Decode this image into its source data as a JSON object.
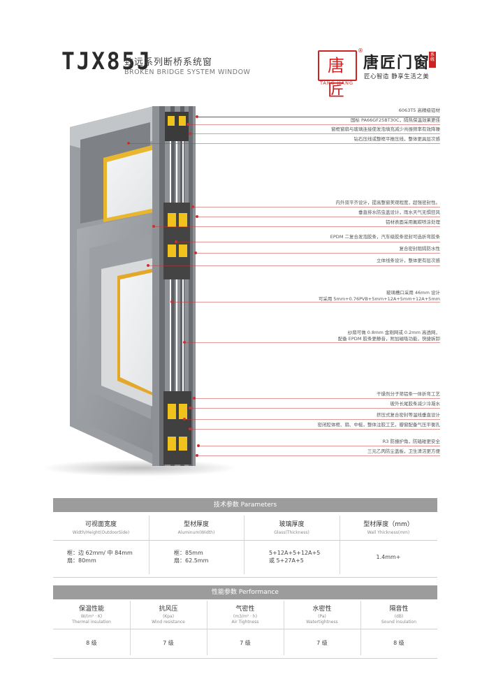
{
  "header": {
    "model": "TJX85J",
    "title_cn": "致远系列断桥系统窗",
    "title_en": "BROKEN BRIDGE SYSTEM WINDOW",
    "logo_glyph": "唐匠",
    "logo_sub": "TANG JIANG",
    "brand_cn": "唐匠门窗",
    "brand_tag": "系统",
    "slogan": "匠心智造  静享生活之美",
    "accent_color": "#c8312f"
  },
  "callouts": [
    "6063T5 高精级铝材",
    "国标 PA66GF25BT30C，隔热保温效果更佳",
    "窗框窗扇与玻璃连接使发泡填充减少共振频率有效降噪",
    "钻石压线或整框平推压线，整体更具层次感",
    "内外双平齐设计，提高整窗美观程度，超强密封性。",
    "垂直排水防虫盖设计，雨水天气无惧狂风",
    "铝材表面采用氟碳喷涂处理",
    "EPDM 二复合发泡胶条，汽车级胶条密封可选折弯胶条",
    "复合密封阻隔防水性",
    "立体线条设计，整体更有层次感",
    "玻璃槽口采用 46mm 设计\n可采用 5mm+0.76PVB+5mm+12A+5mm+12A+5mm",
    "纱扇可做 0.8mm 金刚网或 0.2mm 高透网，\n配备 EPDM 胶条更静音，附加磁吸功能，快捷拆卸",
    "干燥剂分子筛铝条一体折弯工艺",
    "玻外长尾胶条减少冷凝水",
    "挤压式复合密封等温线垂直设计",
    "密闭腔体框、扇、中梃，整体注胶工艺，瓣窗配备气压平衡孔",
    "R3 防撞护角，防磕碰更安全",
    "三元乙丙防尘盖板，卫生清洁更方便"
  ],
  "parameters": {
    "heading": "技术参数  Parameters",
    "columns": [
      {
        "cn": "可视面宽度",
        "en": "Width/Height(OutdoorSide)",
        "value": "框：边 62mm/ 中 84mm\n扇：80mm"
      },
      {
        "cn": "型材厚度",
        "en": "Aluminum(Width)",
        "value": "框：85mm\n扇：62.5mm"
      },
      {
        "cn": "玻璃厚度",
        "en": "Glass(Thickness)",
        "value": "5+12A+5+12A+5\n或 5+27A+5"
      },
      {
        "cn": "型材厚度（mm）",
        "en": "Wall Yhickness(mm)",
        "value": "1.4mm+"
      }
    ]
  },
  "performance": {
    "heading": "性能参数  Performance",
    "columns": [
      {
        "cn": "保温性能",
        "unit": "W/(m² · K)",
        "en": "Thermal insulation",
        "value": "8 级"
      },
      {
        "cn": "抗风压",
        "unit": "(Kpa)",
        "en": "Wind resistance",
        "value": "7 级"
      },
      {
        "cn": "气密性",
        "unit": "(m3/m² · h)",
        "en": "Air Tightness",
        "value": "7 级"
      },
      {
        "cn": "水密性",
        "unit": "(Pa)",
        "en": "Watertightness",
        "value": "7 级"
      },
      {
        "cn": "隔音性",
        "unit": "(dB)",
        "en": "Sound insulation",
        "value": "8 级"
      }
    ]
  }
}
